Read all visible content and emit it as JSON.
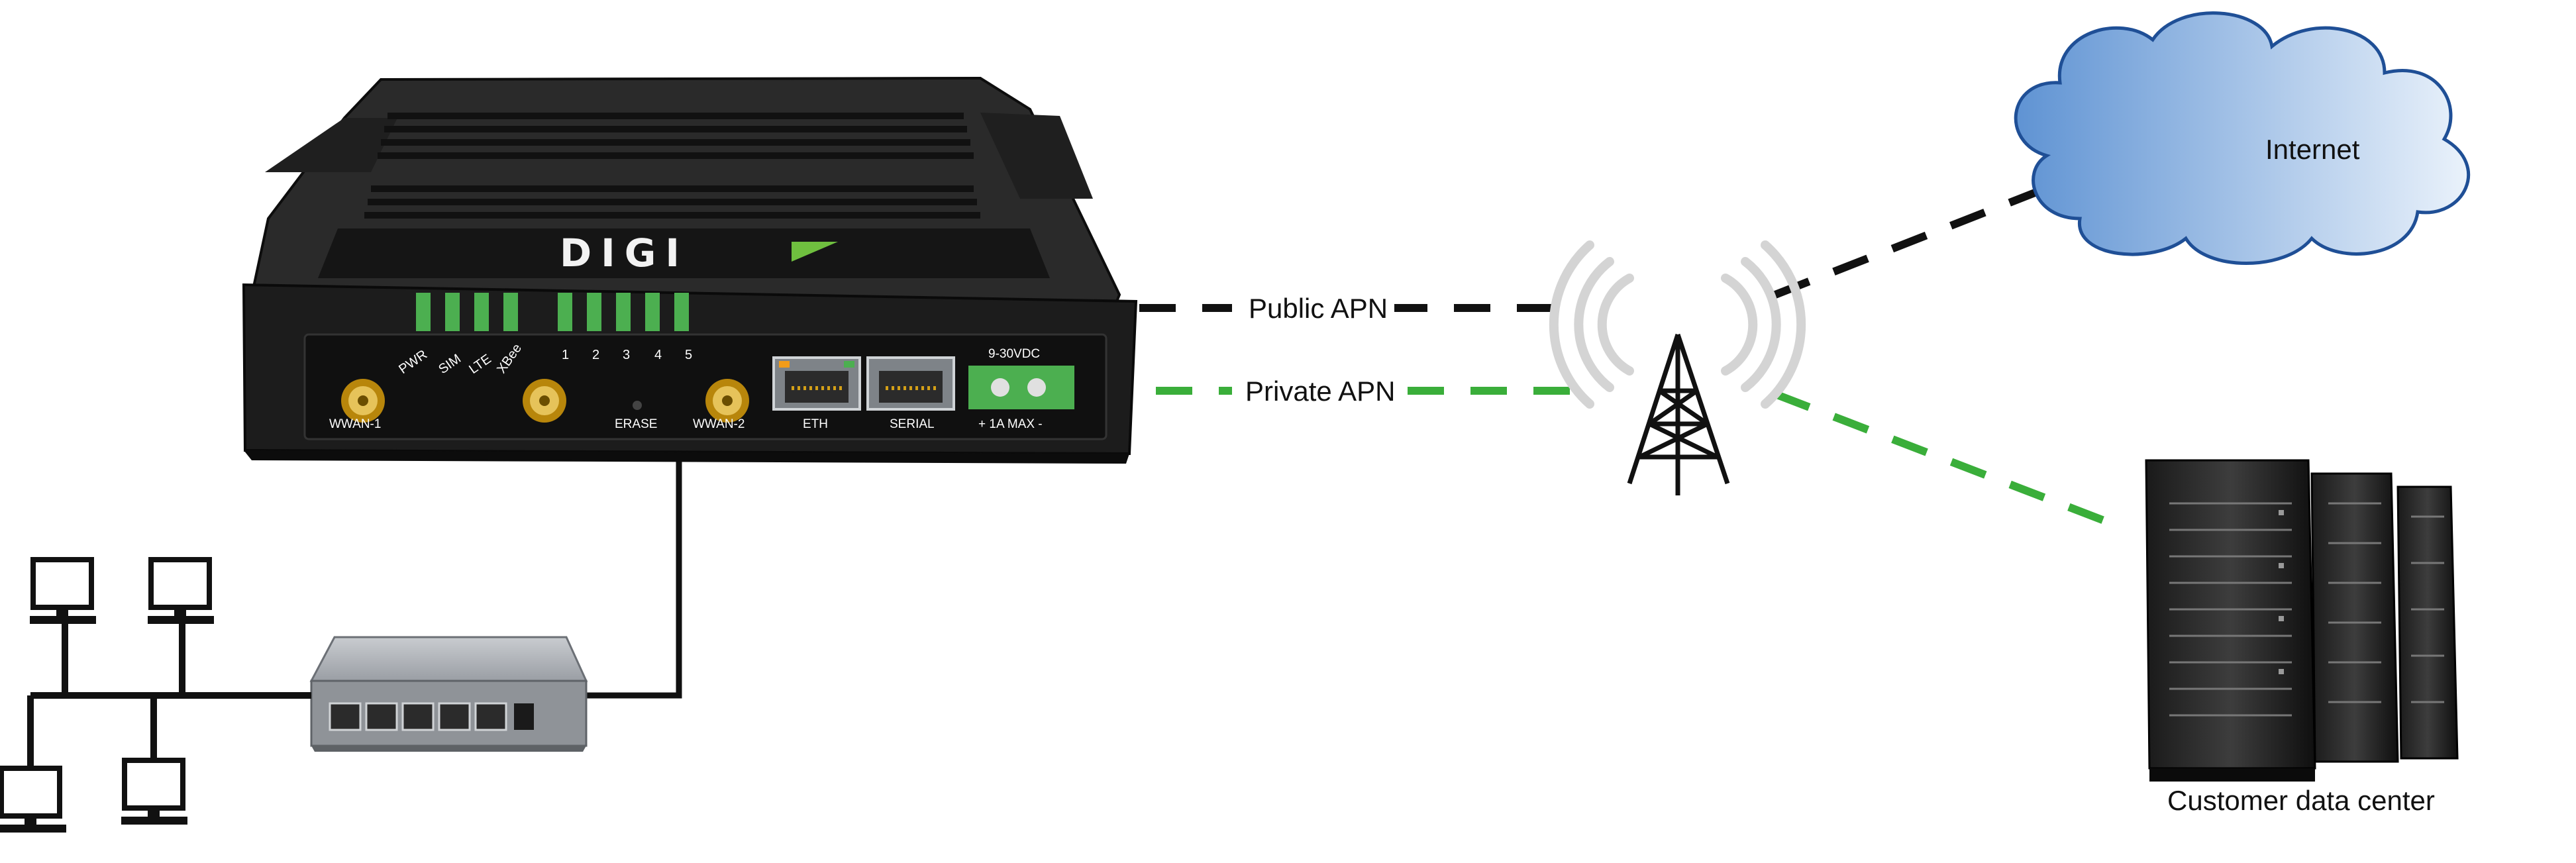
{
  "router": {
    "brand": "DIGI",
    "led_labels": [
      "PWR",
      "SIM",
      "LTE",
      "XBee",
      "1",
      "2",
      "3",
      "4",
      "5"
    ],
    "antenna_1_label": "WWAN-1",
    "antenna_2_label": "WWAN-2",
    "erase_label": "ERASE",
    "eth_label": "ETH",
    "serial_label": "SERIAL",
    "power_top_label": "9-30VDC",
    "power_bottom_label": "+ 1A MAX -"
  },
  "links": {
    "public_apn": "Public APN",
    "private_apn": "Private APN"
  },
  "cloud": {
    "label": "Internet"
  },
  "datacenter": {
    "label": "Customer data center"
  },
  "colors": {
    "public_line": "#111111",
    "private_line": "#3aae3a",
    "led_green": "#4caf50",
    "cloud_fill": "#7aa9dc",
    "router_body": "#1c1c1c"
  }
}
